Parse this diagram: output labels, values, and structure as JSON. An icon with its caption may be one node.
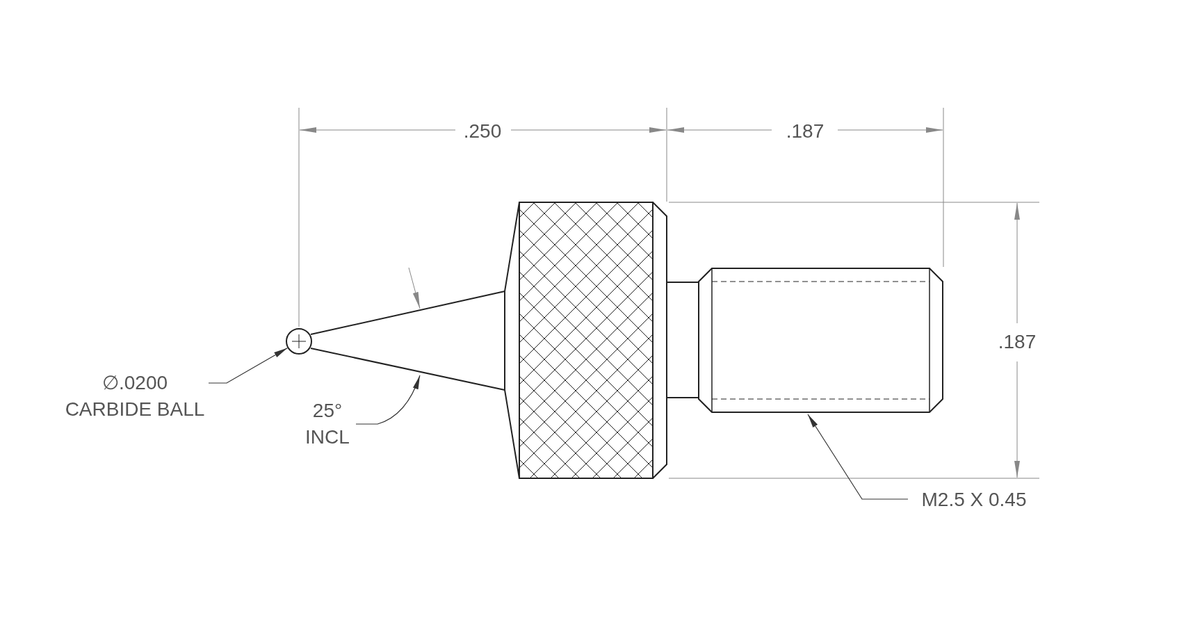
{
  "diagram": {
    "nodes": [
      {
        "text": [
          "∅.0200 CARBIDE BALL"
        ]
      },
      {
        "text": [],
        "shape": "circle"
      },
      {
        "text": [
          "25° INCL"
        ]
      },
      {
        "text": [
          "M2.5 X 0.45"
        ]
      },
      {
        "text": [],
        "shape": "picture"
      }
    ],
    "edges": [
      {
        "from": 0,
        "to": 1,
        "arrow": "to"
      },
      {
        "from": 2,
        "to": null,
        "arrow": "to"
      },
      {
        "from": 3,
        "to": 4,
        "arrow": "to"
      }
    ],
    "labels": [
      ".250",
      ".187",
      ".187"
    ]
  }
}
